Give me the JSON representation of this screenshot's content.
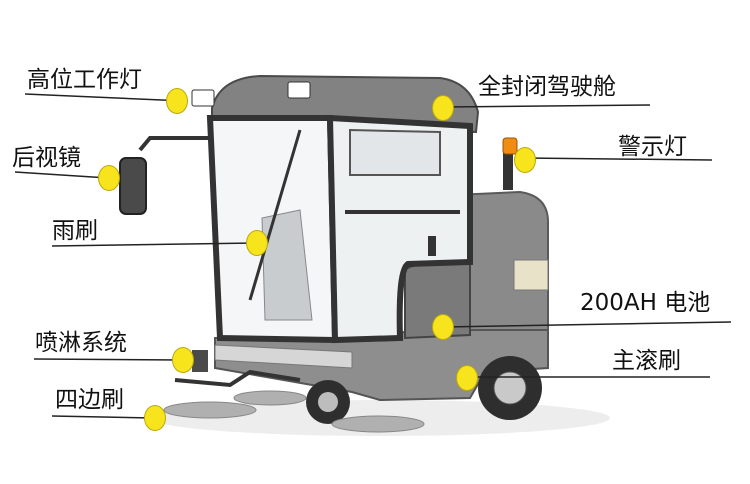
{
  "callouts": [
    {
      "id": "work-light",
      "text": "高位工作灯"
    },
    {
      "id": "mirror",
      "text": "后视镜"
    },
    {
      "id": "wiper",
      "text": "雨刷"
    },
    {
      "id": "spray",
      "text": "喷淋系统"
    },
    {
      "id": "side-brush",
      "text": "四边刷"
    },
    {
      "id": "cab",
      "text": "全封闭驾驶舱"
    },
    {
      "id": "warning-light",
      "text": "警示灯"
    },
    {
      "id": "battery",
      "text": "200AH 电池"
    },
    {
      "id": "main-brush",
      "text": "主滚刷"
    }
  ],
  "colors": {
    "marker": "#f7e41d",
    "leader_line": "#222222",
    "body": "#7d7d7d",
    "frame": "#3f3f3f",
    "beacon": "#f08c12"
  }
}
